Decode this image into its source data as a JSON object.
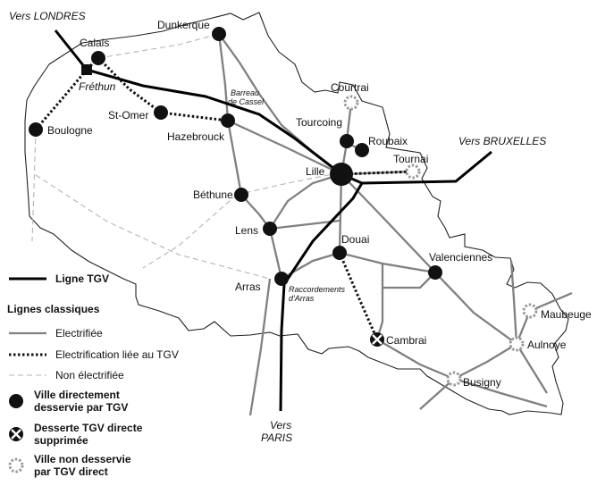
{
  "colors": {
    "border": "#222222",
    "tgv": "#000000",
    "electrified": "#808080",
    "tgv_electrification": "#111111",
    "non_electrified": "#b5b5b5",
    "city_served": "#111111",
    "city_not_served": "#9a9a9a"
  },
  "directions": {
    "londres": "Vers LONDRES",
    "bruxelles": "Vers BRUXELLES",
    "paris_line1": "Vers",
    "paris_line2": "PARIS"
  },
  "annotations": {
    "barreau_line1": "Barreau",
    "barreau_line2": "de Cassel",
    "raccord_line1": "Raccordements",
    "raccord_line2": "d'Arras"
  },
  "cities": {
    "calais": "Calais",
    "dunkerque": "Dunkerque",
    "frethun": "Fréthun",
    "boulogne": "Boulogne",
    "st_omer": "St-Omer",
    "hazebrouck": "Hazebrouck",
    "courtrai": "Courtrai",
    "tourcoing": "Tourcoing",
    "roubaix": "Roubaix",
    "tournai": "Tournai",
    "lille": "Lille",
    "bethune": "Béthune",
    "lens": "Lens",
    "douai": "Douai",
    "valenciennes": "Valenciennes",
    "arras": "Arras",
    "cambrai": "Cambrai",
    "maubeuge": "Maubeuge",
    "aulnoye": "Aulnoye",
    "busigny": "Busigny"
  },
  "legend": {
    "tgv": "Ligne TGV",
    "classic_title": "Lignes classiques",
    "electrified": "Electrifiée",
    "tgv_electrification": "Electrification liée au TGV",
    "non_electrified": "Non électrifiée",
    "served_line1": "Ville directement",
    "served_line2": "desservie par TGV",
    "suppressed_line1": "Desserte TGV directe",
    "suppressed_line2": "supprimée",
    "not_served_line1": "Ville non desservie",
    "not_served_line2": "par TGV direct"
  }
}
